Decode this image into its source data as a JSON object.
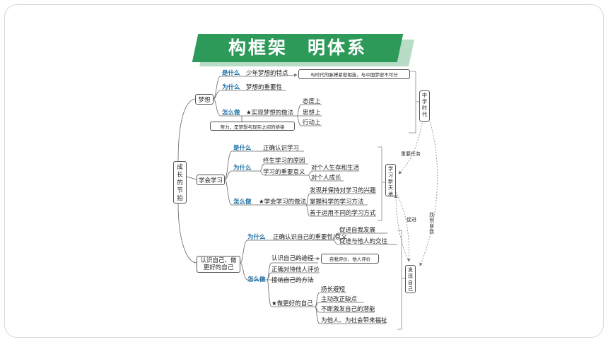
{
  "title": "构框架　明体系",
  "root": "成长的节拍",
  "b1": {
    "name": "梦想",
    "what_k": "是什么",
    "what": "少年梦想的特点",
    "what_note": "与时代的脉搏紧密相连，与中国梦密不可分",
    "why_k": "为什么",
    "why": "梦想的重要性",
    "how_k": "怎么做",
    "how": "★实现梦想的做法",
    "how_items": [
      "态度上",
      "思想上",
      "行动上"
    ],
    "how_note": "努力，是梦想与现实之间的桥梁"
  },
  "b2": {
    "name": "学会学习",
    "what_k": "是什么",
    "what": "正确认识学习",
    "why_k": "为什么",
    "why_a": "终生学习的原因",
    "why_b": "学习的重要意义",
    "why_b_items": [
      "对个人生存和生活",
      "对个人成长"
    ],
    "how_k": "怎么做",
    "how": "★学会学习的做法",
    "how_items": [
      "发现并保持对学习的兴趣",
      "掌握科学的学习方法",
      "善于运用不同的学习方式"
    ]
  },
  "b3": {
    "name": "认识自己、做更好的自己",
    "why_k": "为什么",
    "why": "正确认识自己的重要性/意义",
    "why_items": [
      "促进自我发展",
      "促进与他人的交往"
    ],
    "how_k": "怎么做",
    "how_a": "认识自己的途径",
    "how_a_note": "自我评价、他人评价",
    "how_b": "正确对待他人评价",
    "how_c": "接纳自己的方法",
    "how_d": "★做更好的自己",
    "how_d_items": [
      "扬长避短",
      "主动改正缺点",
      "不断激发自己的潜能",
      "为他人、为社会带来福祉"
    ]
  },
  "right": {
    "box1": "中学时代",
    "box2": "学习新天地",
    "box3": "发现自己",
    "label1": "重要任务",
    "label2": "促进",
    "label3": "找到自我"
  }
}
